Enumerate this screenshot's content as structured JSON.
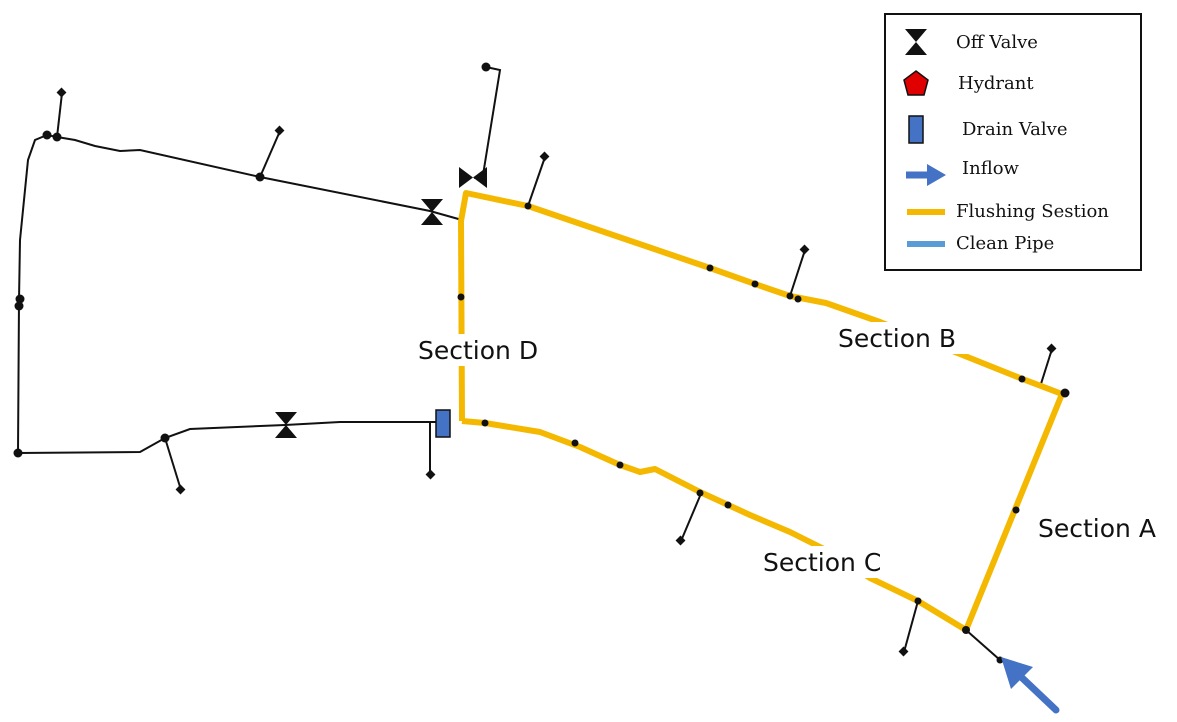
{
  "legend": {
    "off_valve": "Off Valve",
    "hydrant": "Hydrant",
    "drain_valve": "Drain Valve",
    "inflow": "Inflow",
    "flushing_section": "Flushing Sestion",
    "clean_pipe": "Clean Pipe"
  },
  "sections": {
    "a": "Section A",
    "b": "Section B",
    "c": "Section C",
    "d": "Section D"
  },
  "colors": {
    "pipe": "#111111",
    "flushing_section": "#F5B800",
    "clean_pipe": "#5B9BD5",
    "hydrant": "#E00000",
    "drain_valve": "#4472C4",
    "inflow_arrow": "#4472C4"
  }
}
